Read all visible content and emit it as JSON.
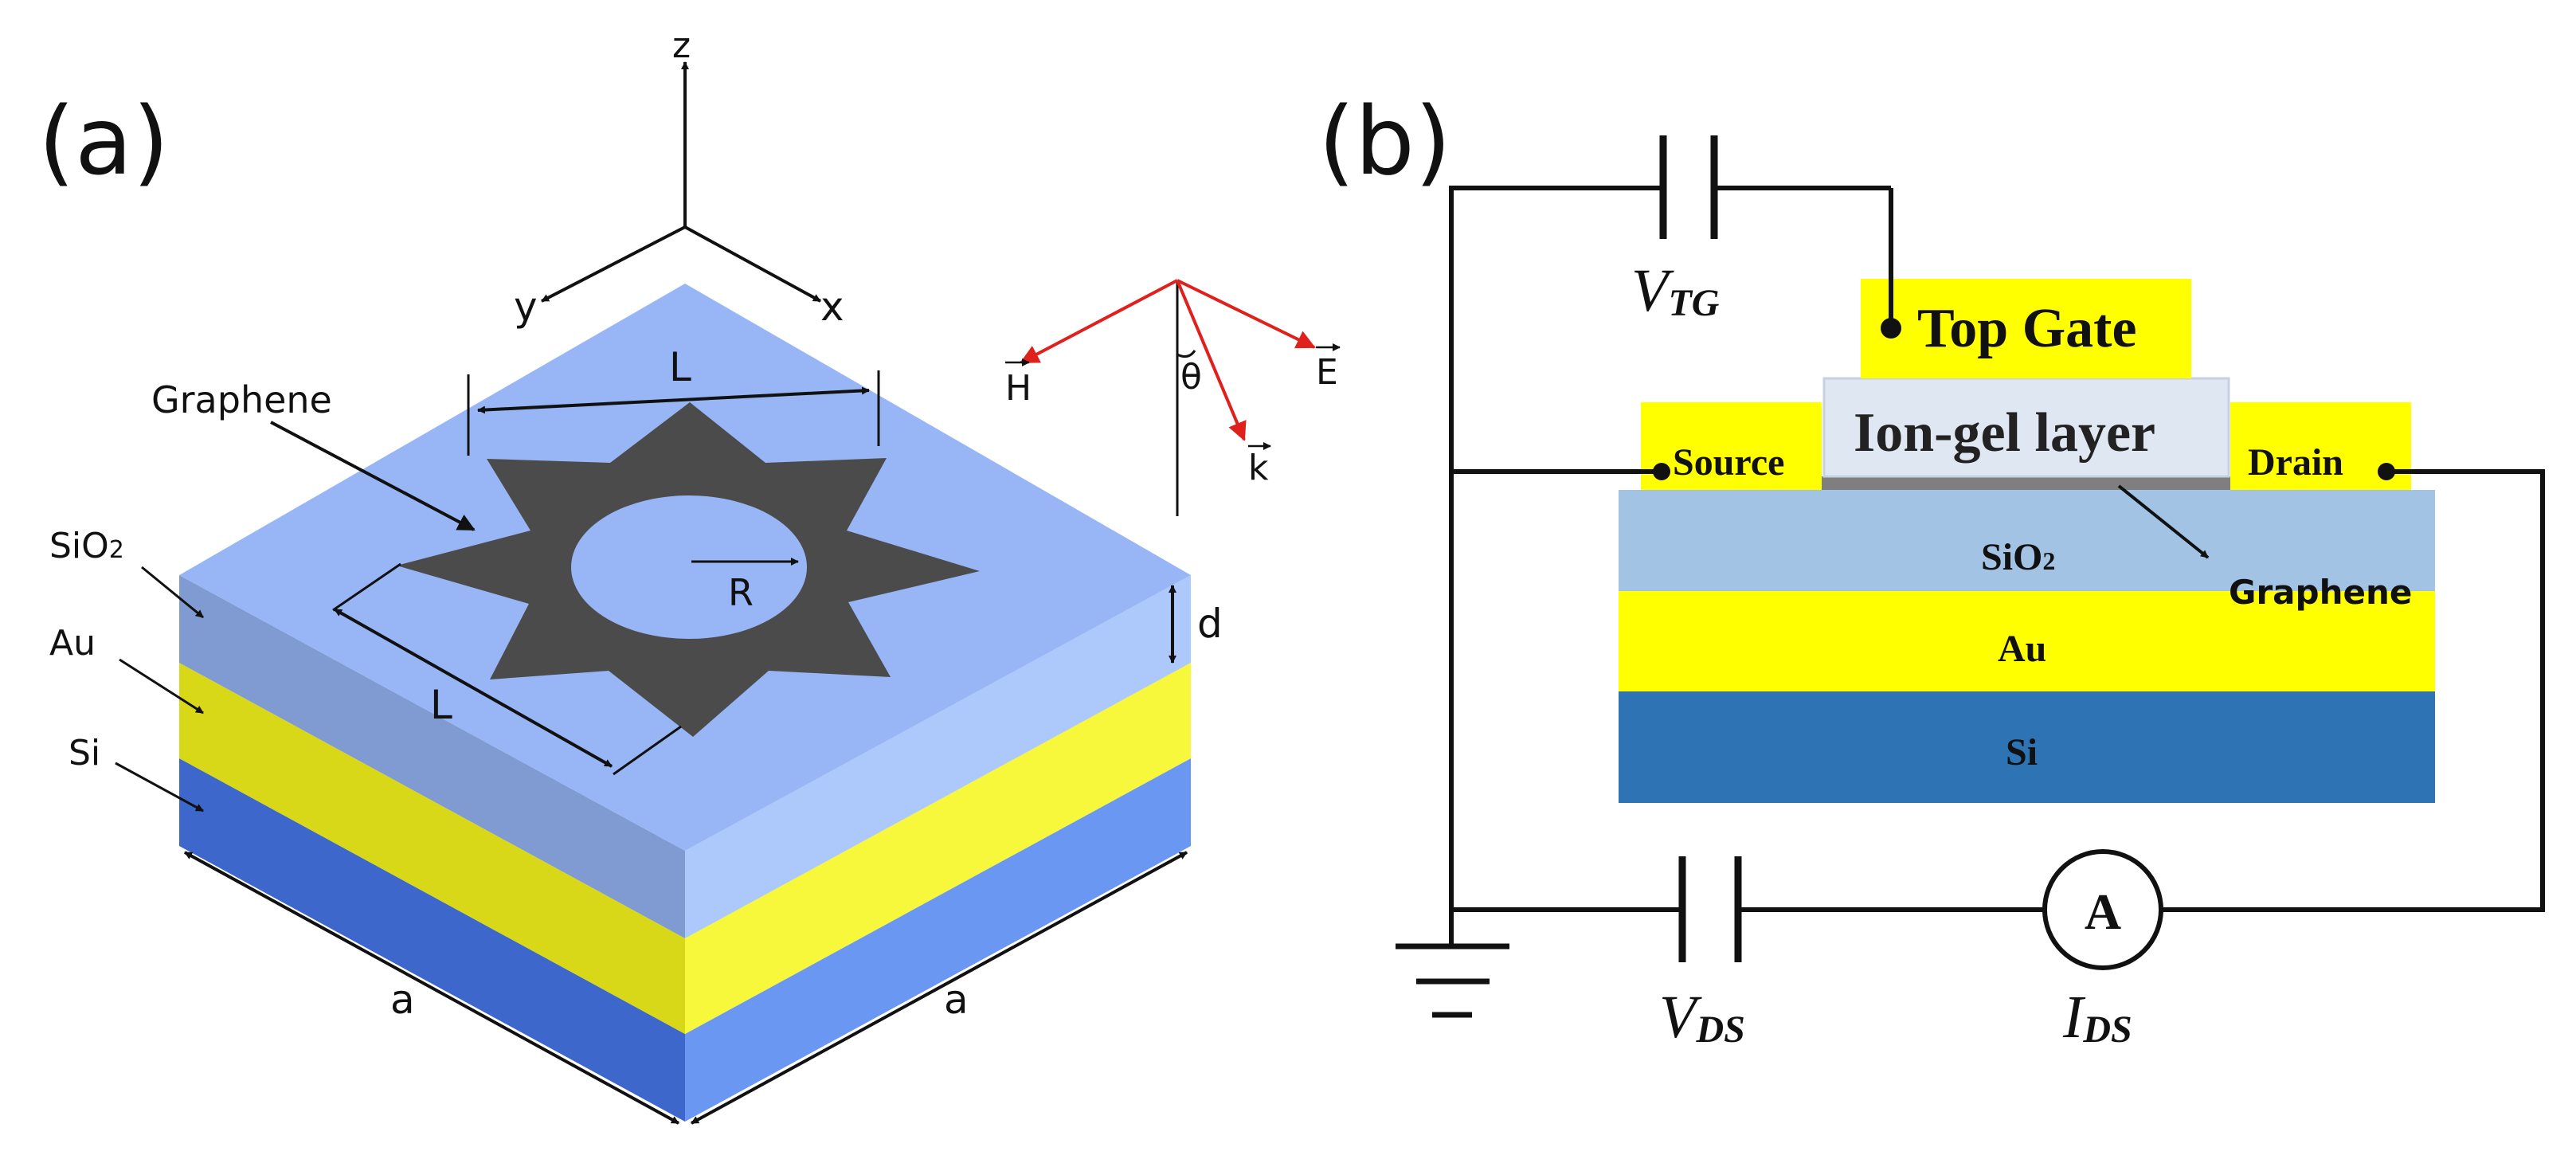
{
  "panel_a": {
    "label": "(a)",
    "axes": {
      "z": "z",
      "y": "y",
      "x": "x"
    },
    "labels": {
      "graphene": "Graphene",
      "sio2": "SiO",
      "sio2_sub": "2",
      "au": "Au",
      "si": "Si",
      "L_top": "L",
      "L_side": "L",
      "R": "R",
      "d": "d",
      "a_left": "a",
      "a_right": "a"
    },
    "wave": {
      "H": "H",
      "E": "E",
      "k": "k",
      "theta": "θ"
    },
    "colors": {
      "sio2_top": "#98b6f6",
      "sio2_left": "#7f9bd2",
      "sio2_right": "#adc8fb",
      "au_left": "#d8d818",
      "au_right": "#f7f73b",
      "si_left": "#3e67cc",
      "si_right": "#6a97f2",
      "graphene": "#4b4b4b",
      "field_vectors": "#e0201c"
    }
  },
  "panel_b": {
    "label": "(b)",
    "top_gate": "Top Gate",
    "ion_gel": "Ion-gel layer",
    "source": "Source",
    "drain": "Drain",
    "sio2": "SiO",
    "sio2_sub": "2",
    "graphene": "Graphene",
    "au": "Au",
    "si": "Si",
    "vtg": "V",
    "vtg_sub": "TG",
    "vds": "V",
    "vds_sub": "DS",
    "ids": "I",
    "ids_sub": "DS",
    "ammeter": "A",
    "colors": {
      "gold": "#ffff00",
      "ion_gel": "#dfe7f3",
      "sio2": "#a3c3e5",
      "si": "#2e74b5",
      "graphene": "#7f7f7f"
    }
  }
}
